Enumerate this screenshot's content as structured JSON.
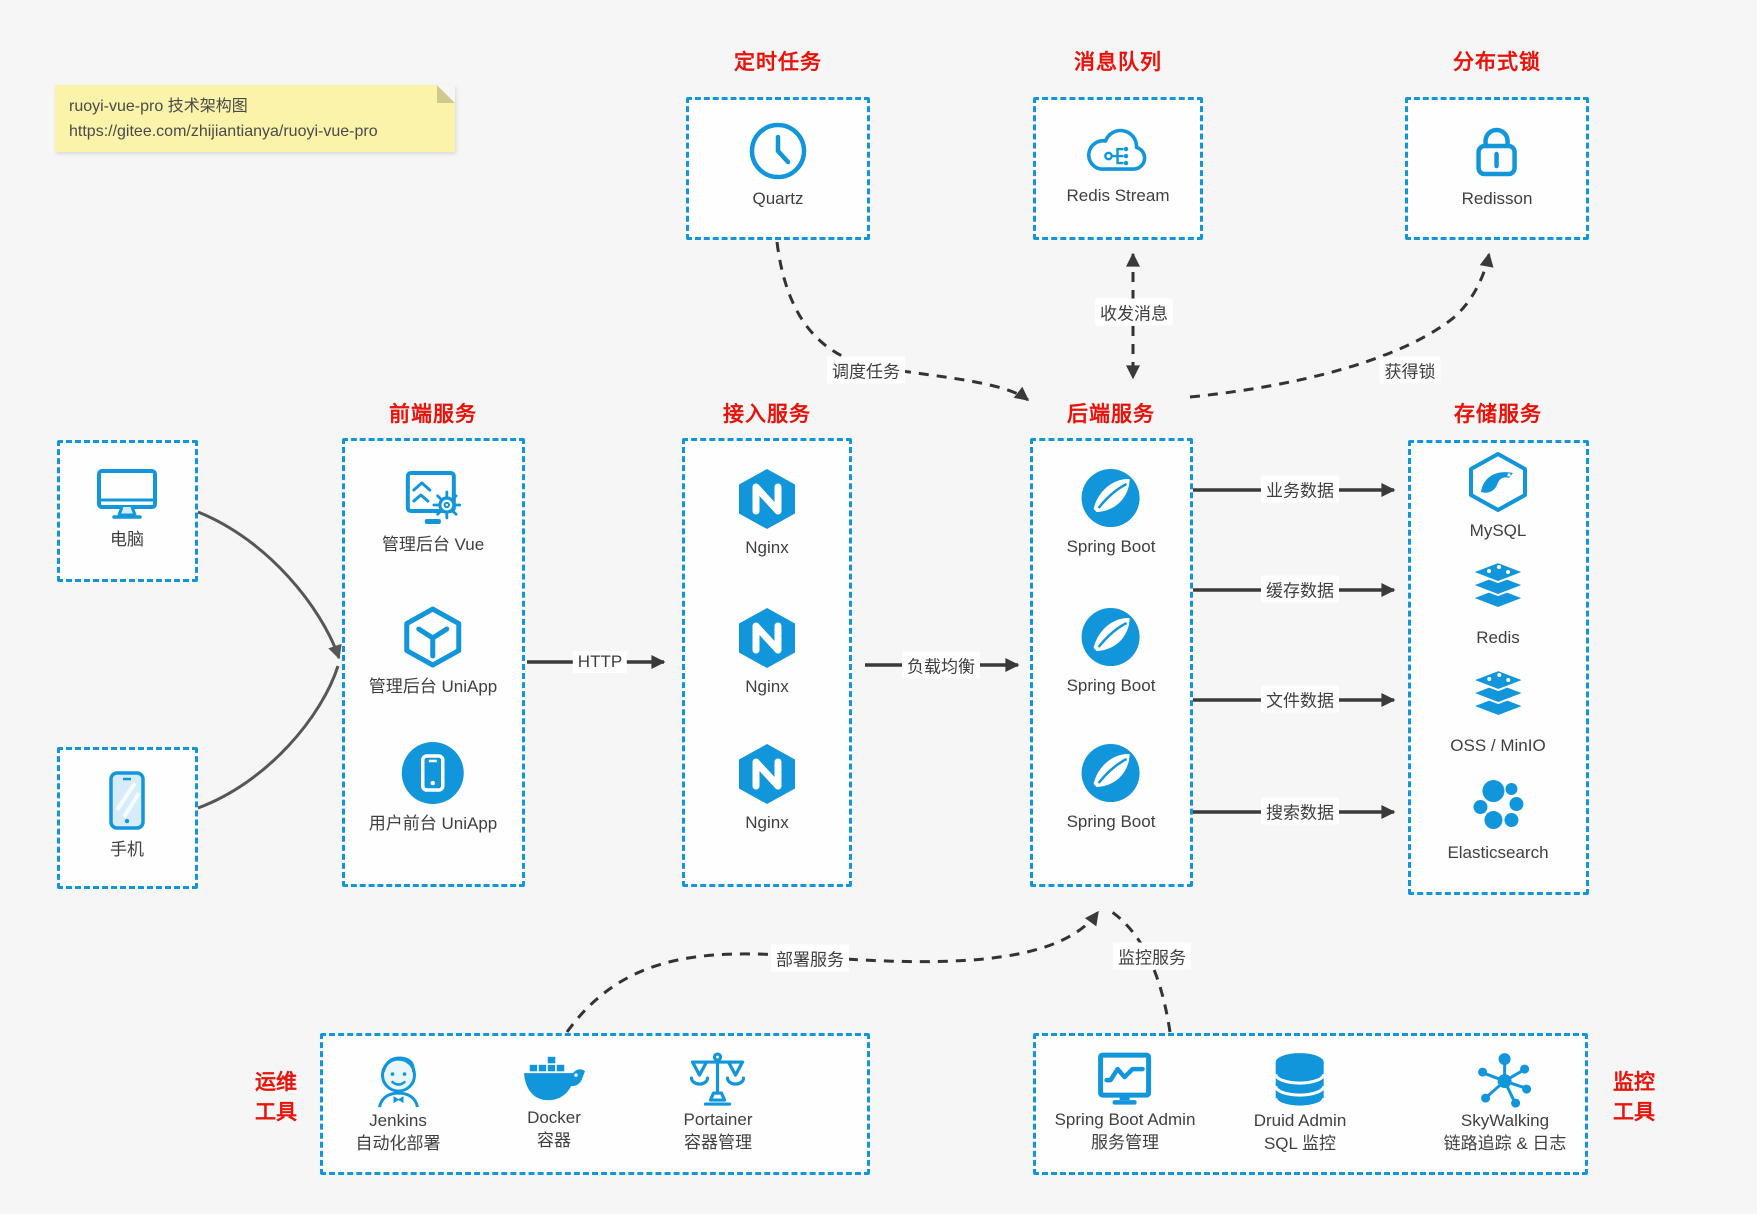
{
  "note": {
    "line1": "ruoyi-vue-pro 技术架构图",
    "line2": "https://gitee.com/zhijiantianya/ruoyi-vue-pro"
  },
  "colors": {
    "accent_blue": "#1296db",
    "title_red": "#e8130a",
    "arrow_dark": "#3a3a3a",
    "note_yellow": "#faf3a9"
  },
  "top_groups": [
    {
      "title": "定时任务",
      "node": {
        "icon": "clock-icon",
        "label": "Quartz"
      }
    },
    {
      "title": "消息队列",
      "node": {
        "icon": "redis-stream-cloud-icon",
        "label": "Redis Stream"
      }
    },
    {
      "title": "分布式锁",
      "node": {
        "icon": "lock-icon",
        "label": "Redisson"
      }
    }
  ],
  "clients": [
    {
      "icon": "desktop-icon",
      "label": "电脑"
    },
    {
      "icon": "phone-icon",
      "label": "手机"
    }
  ],
  "columns": {
    "frontend": {
      "title": "前端服务",
      "items": [
        {
          "icon": "admin-vue-icon",
          "label": "管理后台 Vue"
        },
        {
          "icon": "uniapp-cube-icon",
          "label": "管理后台 UniApp"
        },
        {
          "icon": "user-app-icon",
          "label": "用户前台 UniApp"
        }
      ]
    },
    "gateway": {
      "title": "接入服务",
      "items": [
        {
          "icon": "nginx-icon",
          "label": "Nginx"
        },
        {
          "icon": "nginx-icon",
          "label": "Nginx"
        },
        {
          "icon": "nginx-icon",
          "label": "Nginx"
        }
      ]
    },
    "backend": {
      "title": "后端服务",
      "items": [
        {
          "icon": "spring-boot-icon",
          "label": "Spring Boot"
        },
        {
          "icon": "spring-boot-icon",
          "label": "Spring Boot"
        },
        {
          "icon": "spring-boot-icon",
          "label": "Spring Boot"
        }
      ]
    },
    "storage": {
      "title": "存储服务",
      "items": [
        {
          "icon": "mysql-icon",
          "label": "MySQL"
        },
        {
          "icon": "redis-stack-icon",
          "label": "Redis"
        },
        {
          "icon": "oss-stack-icon",
          "label": "OSS / MinIO"
        },
        {
          "icon": "elasticsearch-icon",
          "label": "Elasticsearch"
        }
      ]
    }
  },
  "ops_tools": {
    "title_line1": "运维",
    "title_line2": "工具",
    "items": [
      {
        "icon": "jenkins-icon",
        "name": "Jenkins",
        "desc": "自动化部署"
      },
      {
        "icon": "docker-icon",
        "name": "Docker",
        "desc": "容器"
      },
      {
        "icon": "portainer-icon",
        "name": "Portainer",
        "desc": "容器管理"
      }
    ]
  },
  "monitor_tools": {
    "title_line1": "监控",
    "title_line2": "工具",
    "items": [
      {
        "icon": "spring-boot-admin-icon",
        "name": "Spring Boot Admin",
        "desc": "服务管理"
      },
      {
        "icon": "druid-icon",
        "name": "Druid Admin",
        "desc": "SQL 监控"
      },
      {
        "icon": "skywalking-icon",
        "name": "SkyWalking",
        "desc": "链路追踪 & 日志"
      }
    ]
  },
  "edges": {
    "http": "HTTP",
    "load_balance": "负载均衡",
    "business_data": "业务数据",
    "cache_data": "缓存数据",
    "file_data": "文件数据",
    "search_data": "搜索数据",
    "schedule": "调度任务",
    "message": "收发消息",
    "lock": "获得锁",
    "deploy": "部署服务",
    "monitor": "监控服务"
  }
}
